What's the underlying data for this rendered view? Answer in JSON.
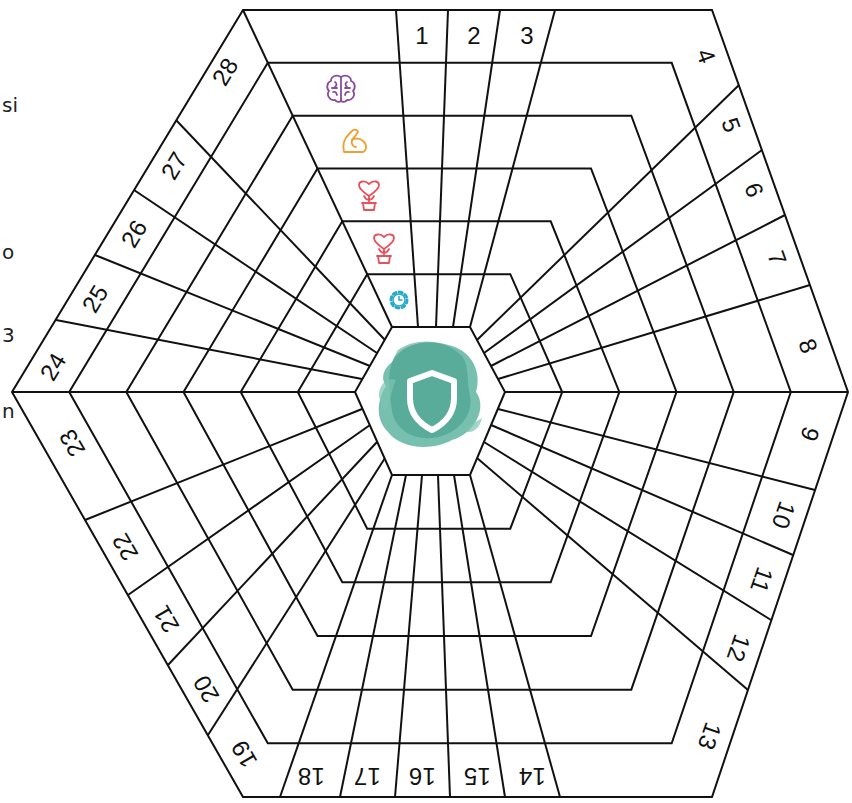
{
  "diagram": {
    "labels": [
      "1",
      "2",
      "3",
      "4",
      "5",
      "6",
      "7",
      "8",
      "9",
      "10",
      "11",
      "12",
      "13",
      "14",
      "15",
      "16",
      "17",
      "18",
      "19",
      "20",
      "21",
      "22",
      "23",
      "24",
      "25",
      "26",
      "27",
      "28",
      "si",
      "o",
      "3",
      "n"
    ]
  }
}
